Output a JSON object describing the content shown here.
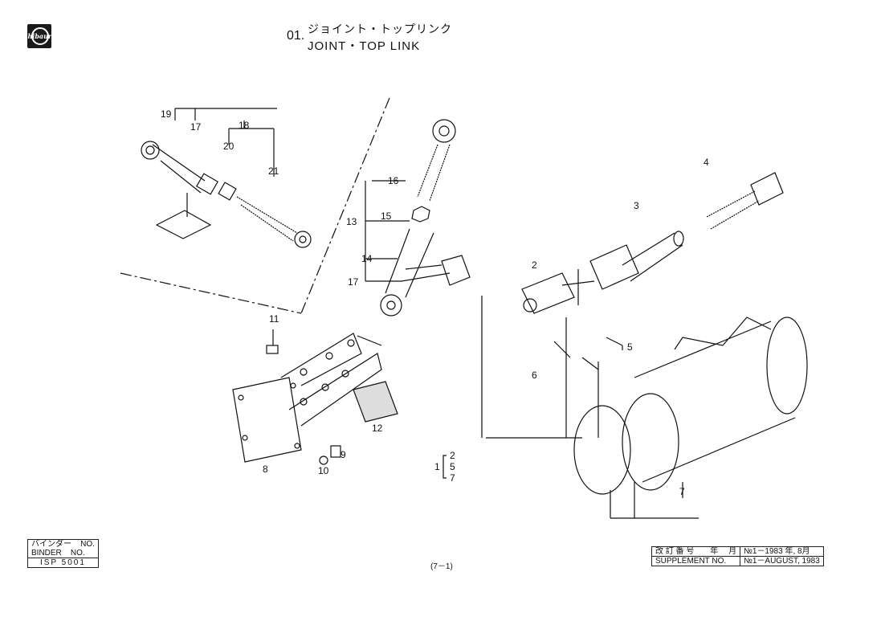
{
  "logo": {
    "text": "Shibaura"
  },
  "title": {
    "number": "01.",
    "japanese": "ジョイント・トップリンク",
    "english": "JOINT・TOP LINK"
  },
  "callouts": {
    "c19": "19",
    "c17a": "17",
    "c18": "18",
    "c20": "20",
    "c21": "21",
    "c16": "16",
    "c15": "15",
    "c13": "13",
    "c14": "14",
    "c17b": "17",
    "c4": "4",
    "c3": "3",
    "c2": "2",
    "c5": "5",
    "c6": "6",
    "c11": "11",
    "c12": "12",
    "c8": "8",
    "c10": "10",
    "c9": "9",
    "c7": "7"
  },
  "group": {
    "parent": "1",
    "children": [
      "2",
      "5",
      "7"
    ]
  },
  "binder": {
    "jp": "バインダー",
    "jp_no": "NO.",
    "en": "BINDER",
    "en_no": "NO.",
    "value": "ISP 5001"
  },
  "page_number": "(7－1)",
  "supplement": {
    "jp_label": "改 訂 番 号　　年　 月",
    "jp_value": "№1－1983 年, 8月",
    "en_label": "SUPPLEMENT NO.",
    "en_value": "№1－AUGUST, 1983"
  }
}
